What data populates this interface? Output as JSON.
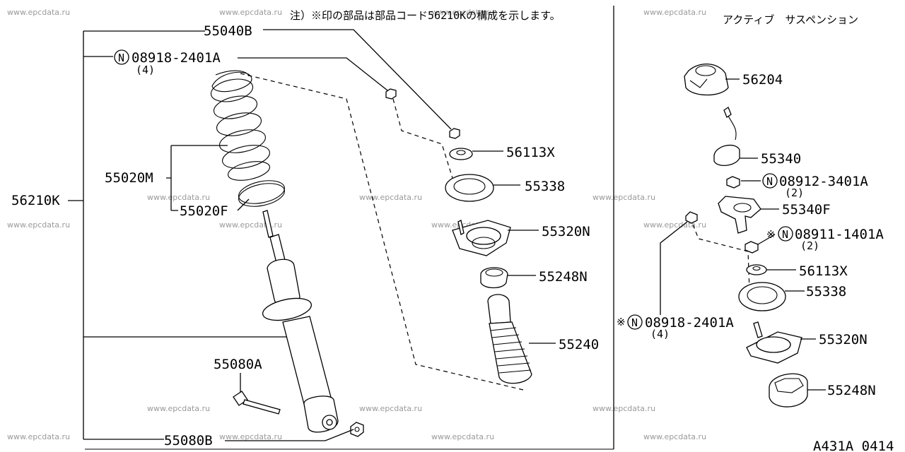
{
  "note": "注）※印の部品は部品コード56210Kの構成を示します。",
  "right_title": "アクティブ　サスペンション",
  "watermark": "www.epcdata.ru",
  "footer_code": "A431A 0414",
  "labels": {
    "p55040B": "55040B",
    "p08918_2401A": "08918-2401A",
    "p08918_qty": "(4)",
    "p56113X": "56113X",
    "p55338": "55338",
    "p55020M": "55020M",
    "p56210K": "56210K",
    "p55020F": "55020F",
    "p55320N": "55320N",
    "p55248N": "55248N",
    "p55240": "55240",
    "p55080A": "55080A",
    "p55080B": "55080B",
    "r56204": "56204",
    "r55340": "55340",
    "r08912_3401A": "08912-3401A",
    "r08912_qty": "(2)",
    "r55340F": "55340F",
    "r08911_1401A": "08911-1401A",
    "r08911_qty": "(2)",
    "r56113X": "56113X",
    "r55338": "55338",
    "r08918_2401A": "08918-2401A",
    "r08918_qty": "(4)",
    "r55320N": "55320N",
    "r55248N": "55248N"
  },
  "marks": {
    "n_symbol": "N",
    "asterisk": "※"
  }
}
